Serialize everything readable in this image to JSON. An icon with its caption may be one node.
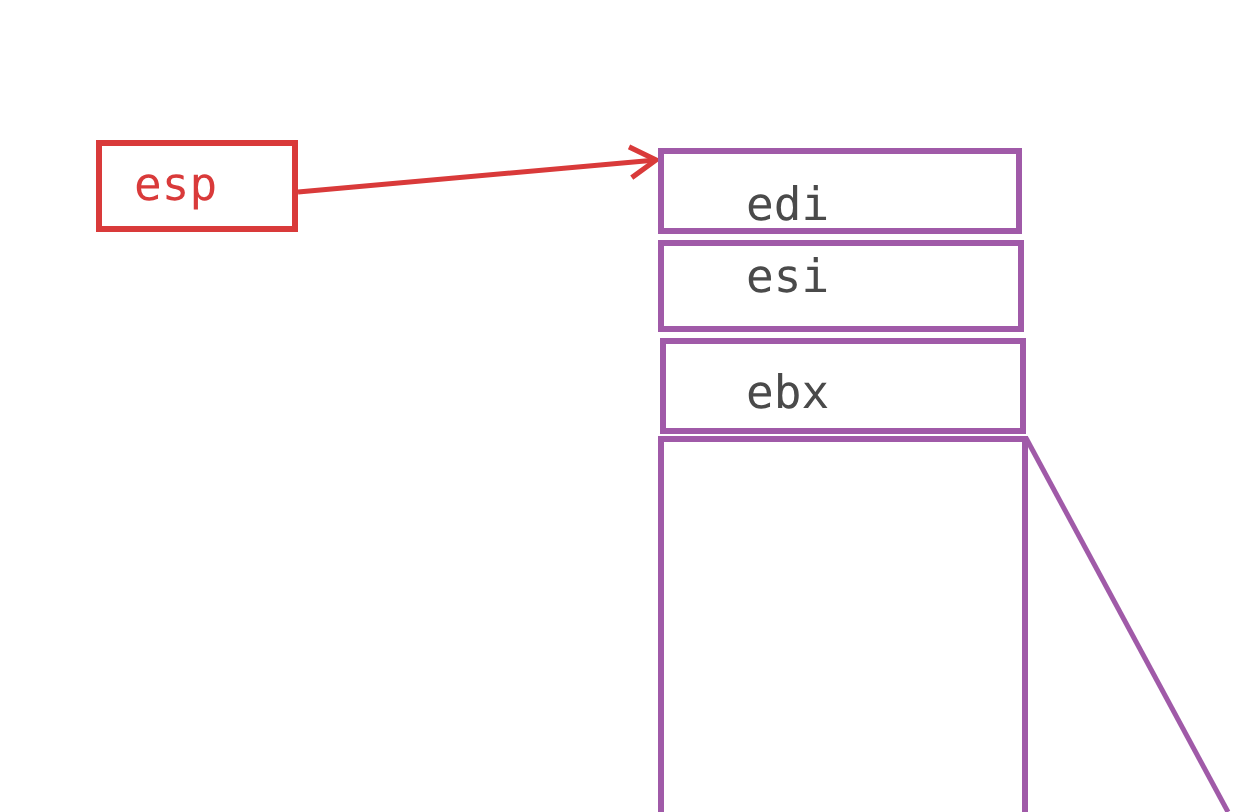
{
  "diagram": {
    "nodes": [
      {
        "text": [
          "esp"
        ]
      },
      {
        "text": [
          "edi"
        ]
      },
      {
        "text": [
          "esi"
        ]
      },
      {
        "text": [
          "ebx"
        ]
      },
      {
        "text": [],
        "shape": "box"
      }
    ],
    "edges": [
      {
        "from": 0,
        "to": 1,
        "arrow": "to",
        "color": "#d93a3a"
      },
      {
        "from": 4,
        "to": null,
        "arrow": "none",
        "color": "#a05aa8"
      }
    ]
  }
}
